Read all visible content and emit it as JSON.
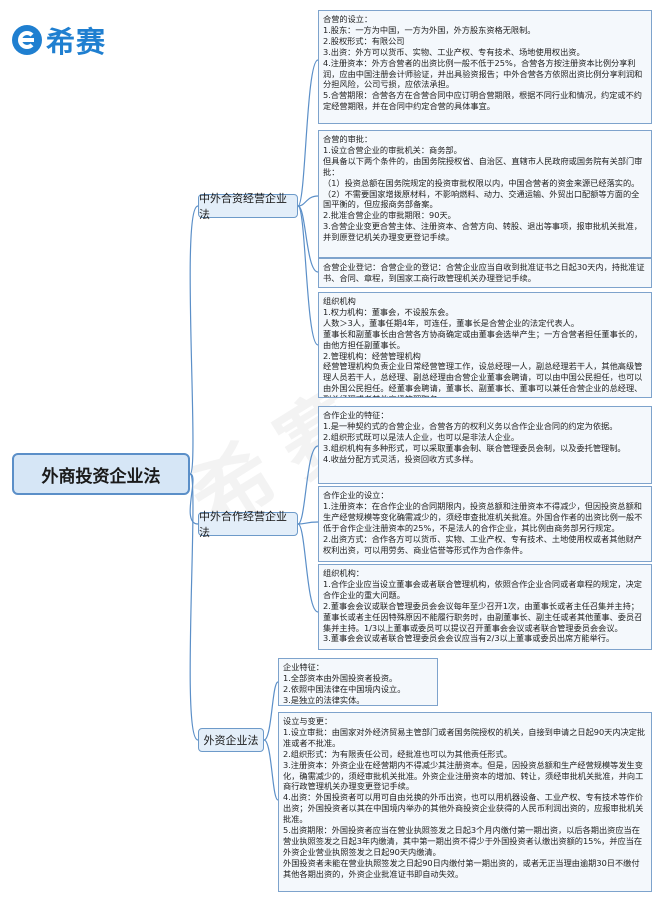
{
  "logo": {
    "text": "希赛",
    "icon": "e-circle-logo-icon",
    "brand_color": "#1f7fd0"
  },
  "watermark": "希赛",
  "root": {
    "label": "外商投资企业法"
  },
  "branches": [
    {
      "label": "中外合资经营企业法",
      "boxes": [
        {
          "title": "合营的设立：",
          "lines": [
            "1.股东：一方为中国，一方为外国，外方股东资格无限制。",
            "2.股权形式：有限公司",
            "3.出资：外方可以货币、实物、工业产权、专有技术、场地使用权出资。",
            "4.注册资本：外方合营者的出资比例一般不低于25%，合营各方按注册资本比例分享利润，应由中国注册会计师验证，并出具验资报告；中外合营各方依照出资比例分享利润和分担风险，公司亏损，应依法承担。",
            "5.合营期限：合营各方在合营合同中应订明合营期限，根据不同行业和情况，约定或不约定经营期限，并在合同中约定合营的具体事宜。"
          ]
        },
        {
          "title": "合营的审批：",
          "lines": [
            "1.设立合营企业的审批机关：商务部。",
            "但具备以下两个条件的，由国务院授权省、自治区、直辖市人民政府或国务院有关部门审批：",
            "（1）投资总额在国务院规定的投资审批权限以内，中国合营者的资金来源已经落实的。",
            "（2）不需要国家增拨原材料，不影响燃料、动力、交通运输、外贸出口配额等方面的全国平衡的，但应报商务部备案。",
            "2.批准合营企业的审批期限：90天。",
            "3.合营企业变更合营主体、注册资本、合营方向、转股、退出等事项，报审批机关批准，并到原登记机关办理变更登记手续。"
          ]
        },
        {
          "title": "合营企业登记：",
          "lines": [
            "合营企业的登记：合营企业应当自收到批准证书之日起30天内，持批准证书、合同、章程，到国家工商行政管理机关办理登记手续。"
          ]
        },
        {
          "title": "组织机构",
          "lines": [
            "1.权力机构：董事会，不设股东会。",
            "人数＞3人，董事任期4年，可连任，董事长是合营企业的法定代表人。",
            "董事长和副董事长由合营各方协商确定或由董事会选举产生；一方合营者担任董事长的，由他方担任副董事长。",
            "2.管理机构：经营管理机构",
            "经营管理机构负责企业日常经营管理工作，设总经理一人，副总经理若干人，其他高级管理人员若干人，总经理、副总经理由合营企业董事会聘请，可以由中国公民担任，也可以由外国公民担任。经董事会聘请，董事长、副董事长、董事可以兼任合营企业的总经理、副总经理或者其他高级管理职务。"
          ]
        }
      ]
    },
    {
      "label": "中外合作经营企业法",
      "boxes": [
        {
          "title": "合作企业的特征：",
          "lines": [
            "1.是一种契约式的合营企业，合营各方的权利义务以合作企业合同的约定为依据。",
            "2.组织形式既可以是法人企业，也可以是非法人企业。",
            "3.组织机构有多种形式，可以采取董事会制、联合管理委员会制，以及委托管理制。",
            "4.收益分配方式灵活，投资回收方式多样。"
          ]
        },
        {
          "title": "合作企业的设立：",
          "lines": [
            "1.注册资本：在合作企业的合同期限内，投资总额和注册资本不得减少，但因投资总额和生产经营规模等变化确需减少的，须经审查批准机关批准。外国合作者的出资比例一般不低于合作企业注册资本的25%，不是法人的合作企业，其比例由商务部另行规定。",
            "2.出资方式：合作各方可以货币、实物、工业产权、专有技术、土地使用权或者其他财产权利出资，可以用劳务、商业信誉等形式作为合作条件。"
          ]
        },
        {
          "title": "组织机构：",
          "lines": [
            "1.合作企业应当设立董事会或者联合管理机构，依照合作企业合同或者章程的规定，决定合作企业的重大问题。",
            "2.董事会会议或联合管理委员会会议每年至少召开1次，由董事长或者主任召集并主持；董事长或者主任因特殊原因不能履行职务时，由副董事长、副主任或者其他董事、委员召集并主持。1/3以上董事或委员可以提议召开董事会会议或者联合管理委员会会议。",
            "3.董事会会议或者联合管理委员会会议应当有2/3以上董事或委员出席方能举行。"
          ]
        }
      ]
    },
    {
      "label": "外资企业法",
      "boxes": [
        {
          "title": "企业特征：",
          "lines": [
            "1.全部资本由外国投资者投资。",
            "2.依照中国法律在中国境内设立。",
            "3.是独立的法律实体。"
          ]
        },
        {
          "title": "设立与变更：",
          "lines": [
            "1.设立审批：由国家对外经济贸易主管部门或者国务院授权的机关，自接到申请之日起90天内决定批准或者不批准。",
            "2.组织形式：为有限责任公司，经批准也可以为其他责任形式。",
            "3.注册资本：外资企业在经营期内不得减少其注册资本。但是，因投资总额和生产经营规模等发生变化，确需减少的，须经审批机关批准。外资企业注册资本的增加、转让，须经审批机关批准，并向工商行政管理机关办理变更登记手续。",
            "4.出资：外国投资者可以用可自由兑换的外币出资，也可以用机器设备、工业产权、专有技术等作价出资；外国投资者以其在中国境内举办的其他外商投资企业获得的人民币利润出资的，应报审批机关批准。",
            "5.出资期限：外国投资者应当在营业执照签发之日起3个月内缴付第一期出资，以后各期出资应当在营业执照签发之日起3年内缴清，其中第一期出资不得少于外国投资者认缴出资额的15%，并应当在外资企业营业执照签发之日起90天内缴清。",
            "外国投资者未能在营业执照签发之日起90日内缴付第一期出资的，或者无正当理由逾期30日不缴付其他各期出资的，外资企业批准证书即自动失效。"
          ]
        }
      ]
    }
  ]
}
